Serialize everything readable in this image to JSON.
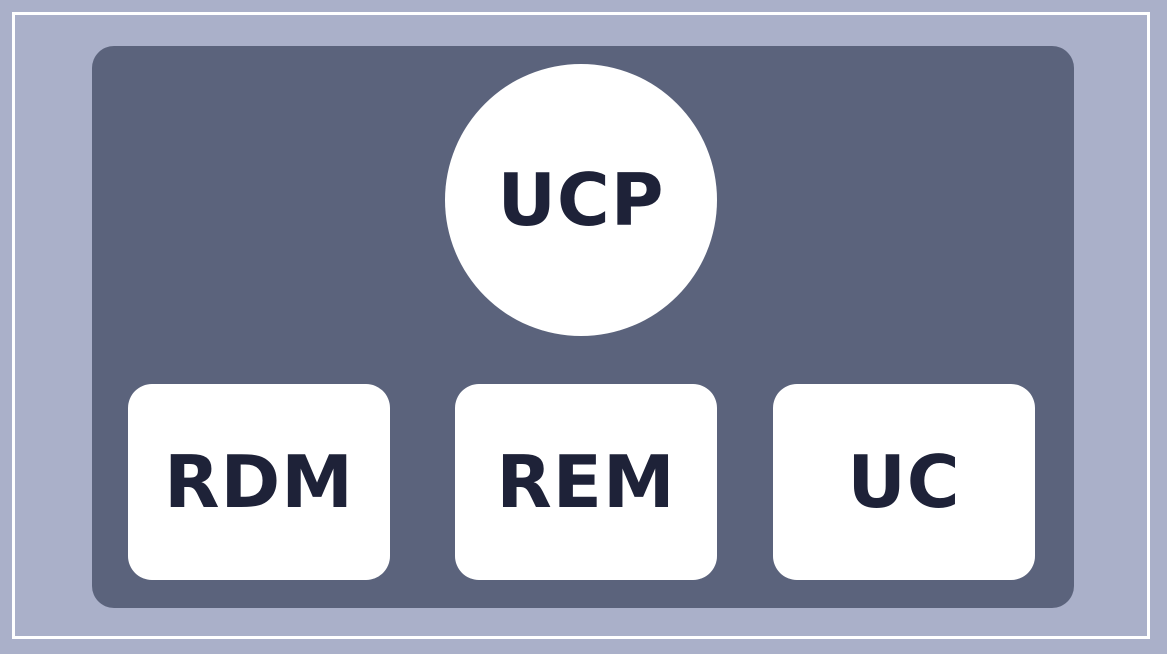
{
  "colors": {
    "background": "#aab0c9",
    "frame": "#ffffff",
    "panel": "#5b637c",
    "node_fill": "#ffffff",
    "node_text": "#1e2238"
  },
  "diagram": {
    "top_node": {
      "label": "UCP"
    },
    "bottom_nodes": [
      {
        "label": "RDM"
      },
      {
        "label": "REM"
      },
      {
        "label": "UC"
      }
    ]
  }
}
